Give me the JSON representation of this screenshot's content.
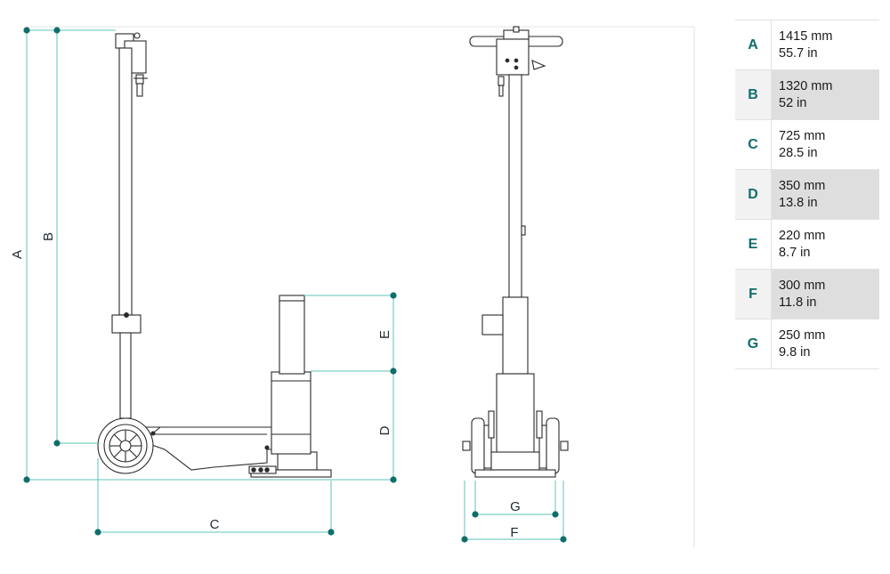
{
  "diagram": {
    "dimension_labels": {
      "A": "A",
      "B": "B",
      "C": "C",
      "D": "D",
      "E": "E",
      "F": "F",
      "G": "G"
    },
    "colors": {
      "dimension_line": "#5fc3b8",
      "dimension_point": "#0f6e6a",
      "outline": "#2a2a2a",
      "frame": "#e3e3e3"
    }
  },
  "specs": [
    {
      "letter": "A",
      "metric": "1415 mm",
      "imperial": "55.7 in"
    },
    {
      "letter": "B",
      "metric": "1320 mm",
      "imperial": "52 in"
    },
    {
      "letter": "C",
      "metric": "725 mm",
      "imperial": "28.5 in"
    },
    {
      "letter": "D",
      "metric": "350 mm",
      "imperial": "13.8 in"
    },
    {
      "letter": "E",
      "metric": "220 mm",
      "imperial": "8.7 in"
    },
    {
      "letter": "F",
      "metric": "300 mm",
      "imperial": "11.8 in"
    },
    {
      "letter": "G",
      "metric": "250 mm",
      "imperial": "9.8 in"
    }
  ]
}
